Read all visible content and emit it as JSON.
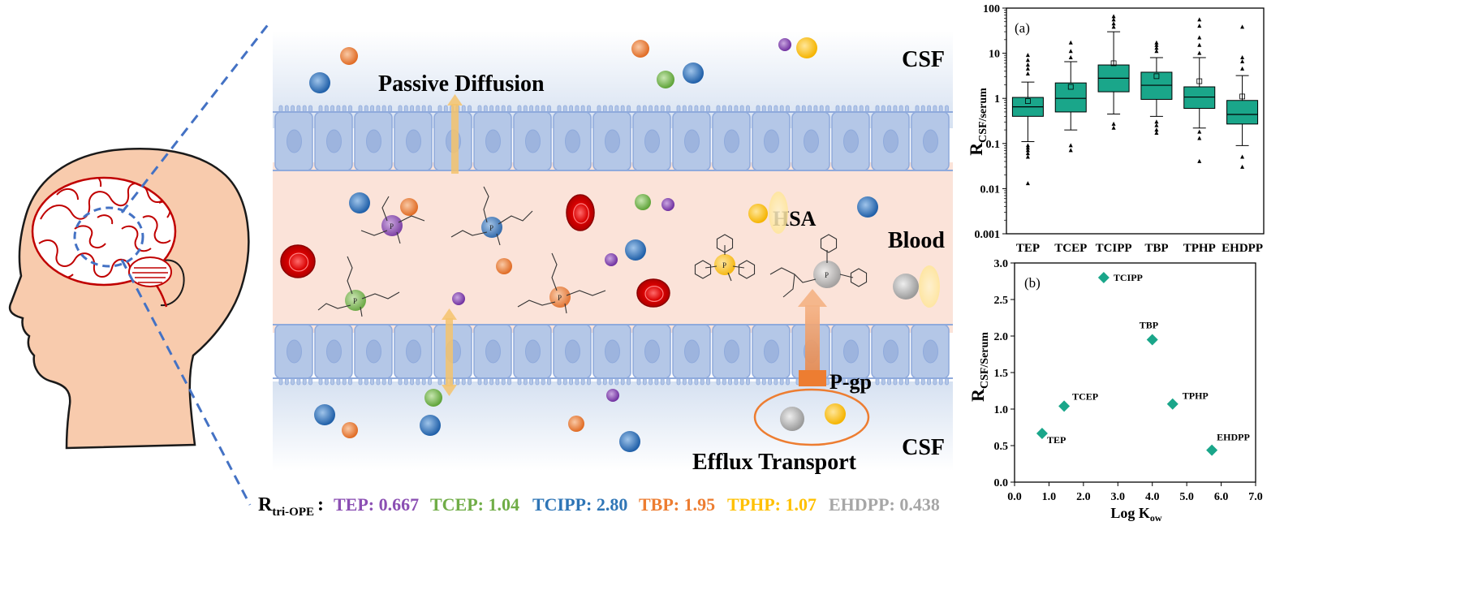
{
  "colors": {
    "TEP": "#8b4fb3",
    "TCEP": "#70ad47",
    "TCIPP": "#2e75b6",
    "TBP": "#ed7d31",
    "TPHP": "#ffc000",
    "EHDPP": "#a6a6a6",
    "box": "#1aa68a",
    "csf_bg": "#dfe7f3",
    "blood_bg": "#fbe3d9",
    "cell": "#b4c7e7",
    "cell_edge": "#8faadc",
    "pgp": "#ed7d31",
    "brain_red": "#c00000",
    "skin": "#f8cbad",
    "dashed": "#4472c4"
  },
  "diagram": {
    "csf_top": "CSF",
    "csf_bottom": "CSF",
    "blood": "Blood",
    "passive_diffusion": "Passive Diffusion",
    "hsa": "HSA",
    "pgp": "P-gp",
    "efflux": "Efflux Transport"
  },
  "ratio_row": {
    "prefix": "R",
    "prefix_sub": "tri-OPE",
    "colon": ":",
    "items": [
      {
        "key": "TEP",
        "label": "TEP: 0.667"
      },
      {
        "key": "TCEP",
        "label": "TCEP: 1.04"
      },
      {
        "key": "TCIPP",
        "label": "TCIPP: 2.80"
      },
      {
        "key": "TBP",
        "label": "TBP: 1.95"
      },
      {
        "key": "TPHP",
        "label": "TPHP: 1.07"
      },
      {
        "key": "EHDPP",
        "label": "EHDPP: 0.438"
      }
    ]
  },
  "chart_data": [
    {
      "type": "box",
      "panel": "(a)",
      "ylabel_main": "R",
      "ylabel_sub": "CSF/serum",
      "yscale": "log",
      "ylim": [
        0.001,
        100
      ],
      "yticks": [
        "0.001",
        "0.01",
        "0.1",
        "1",
        "10",
        "100"
      ],
      "categories": [
        "TEP",
        "TCEP",
        "TCIPP",
        "TBP",
        "TPHP",
        "EHDPP"
      ],
      "boxes": [
        {
          "name": "TEP",
          "whislo": 0.11,
          "q1": 0.4,
          "med": 0.65,
          "q3": 1.05,
          "whishi": 2.3,
          "mean": 0.87,
          "outliers": [
            0.013,
            0.05,
            0.06,
            0.07,
            0.08,
            0.09,
            3.5,
            4.5,
            5.5,
            7.0,
            9.0
          ]
        },
        {
          "name": "TCEP",
          "whislo": 0.2,
          "q1": 0.5,
          "med": 1.0,
          "q3": 2.2,
          "whishi": 6.5,
          "mean": 1.8,
          "outliers": [
            0.07,
            0.09,
            8.0,
            11.0,
            17.0
          ]
        },
        {
          "name": "TCIPP",
          "whislo": 0.45,
          "q1": 1.4,
          "med": 2.8,
          "q3": 5.5,
          "whishi": 30,
          "mean": 6.0,
          "outliers": [
            0.22,
            0.27,
            38.0,
            45.0,
            55.0,
            65.0
          ]
        },
        {
          "name": "TBP",
          "whislo": 0.4,
          "q1": 0.95,
          "med": 1.95,
          "q3": 3.8,
          "whishi": 8.0,
          "mean": 3.1,
          "outliers": [
            0.17,
            0.2,
            0.25,
            0.3,
            11.0,
            13.0,
            15.0,
            17.0
          ]
        },
        {
          "name": "TPHP",
          "whislo": 0.22,
          "q1": 0.6,
          "med": 1.07,
          "q3": 1.8,
          "whishi": 8.0,
          "mean": 2.4,
          "outliers": [
            0.04,
            0.13,
            0.18,
            10.0,
            15.0,
            22.0,
            40.0,
            55.0
          ]
        },
        {
          "name": "EHDPP",
          "whislo": 0.09,
          "q1": 0.27,
          "med": 0.44,
          "q3": 0.9,
          "whishi": 3.2,
          "mean": 1.1,
          "outliers": [
            0.03,
            0.05,
            4.5,
            6.5,
            8.0,
            38.0
          ]
        }
      ]
    },
    {
      "type": "scatter",
      "panel": "(b)",
      "ylabel_main": "R",
      "ylabel_sub": "CSF/Serum",
      "xlabel_main": "Log K",
      "xlabel_sub": "ow",
      "xlim": [
        0,
        7
      ],
      "ylim": [
        0,
        3
      ],
      "xticks": [
        "0.0",
        "1.0",
        "2.0",
        "3.0",
        "4.0",
        "5.0",
        "6.0",
        "7.0"
      ],
      "yticks": [
        "0.0",
        "0.5",
        "1.0",
        "1.5",
        "2.0",
        "2.5",
        "3.0"
      ],
      "points": [
        {
          "label": "TEP",
          "x": 0.8,
          "y": 0.667
        },
        {
          "label": "TCEP",
          "x": 1.44,
          "y": 1.04
        },
        {
          "label": "TCIPP",
          "x": 2.59,
          "y": 2.8
        },
        {
          "label": "TBP",
          "x": 4.0,
          "y": 1.95
        },
        {
          "label": "TPHP",
          "x": 4.59,
          "y": 1.07
        },
        {
          "label": "EHDPP",
          "x": 5.73,
          "y": 0.438
        }
      ]
    }
  ]
}
